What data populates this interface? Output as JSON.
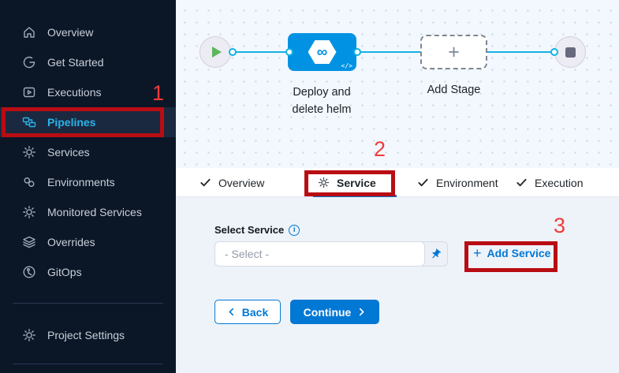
{
  "sidebar": {
    "items": [
      {
        "icon": "home-icon",
        "label": "Overview"
      },
      {
        "icon": "get-started-icon",
        "label": "Get Started"
      },
      {
        "icon": "executions-icon",
        "label": "Executions"
      },
      {
        "icon": "pipelines-icon",
        "label": "Pipelines",
        "active": true
      },
      {
        "icon": "gear-icon",
        "label": "Services"
      },
      {
        "icon": "environments-icon",
        "label": "Environments"
      },
      {
        "icon": "monitored-services-icon",
        "label": "Monitored Services"
      },
      {
        "icon": "layers-icon",
        "label": "Overrides"
      },
      {
        "icon": "gitops-icon",
        "label": "GitOps"
      }
    ],
    "footer_item": {
      "icon": "gear-icon",
      "label": "Project Settings"
    }
  },
  "canvas": {
    "stage_label_line1": "Deploy and",
    "stage_label_line2": "delete helm",
    "stage_icon_glyph": "∞",
    "stage_code_glyph": "</>",
    "add_stage_label": "Add Stage",
    "add_stage_plus": "+"
  },
  "tabs": [
    {
      "icon": "check-icon",
      "label": "Overview"
    },
    {
      "icon": "gear-icon",
      "label": "Service",
      "active": true
    },
    {
      "icon": "check-icon",
      "label": "Environment"
    },
    {
      "icon": "check-icon",
      "label": "Execution"
    }
  ],
  "form": {
    "select_service_label": "Select Service",
    "info_glyph": "i",
    "select_placeholder": "- Select -",
    "add_service_plus": "+",
    "add_service_label": "Add Service",
    "back_label": "Back",
    "continue_label": "Continue"
  },
  "annotations": {
    "step1": "1",
    "step2": "2",
    "step3": "3"
  },
  "colors": {
    "accent_blue": "#0278d5",
    "node_blue": "#0292e4",
    "connector_cyan": "#17b2e5",
    "active_nav_cyan": "#29b3e8",
    "annotation_red": "#b80d13",
    "number_red": "#ef3b3b",
    "sidebar_bg": "#0b1727"
  }
}
